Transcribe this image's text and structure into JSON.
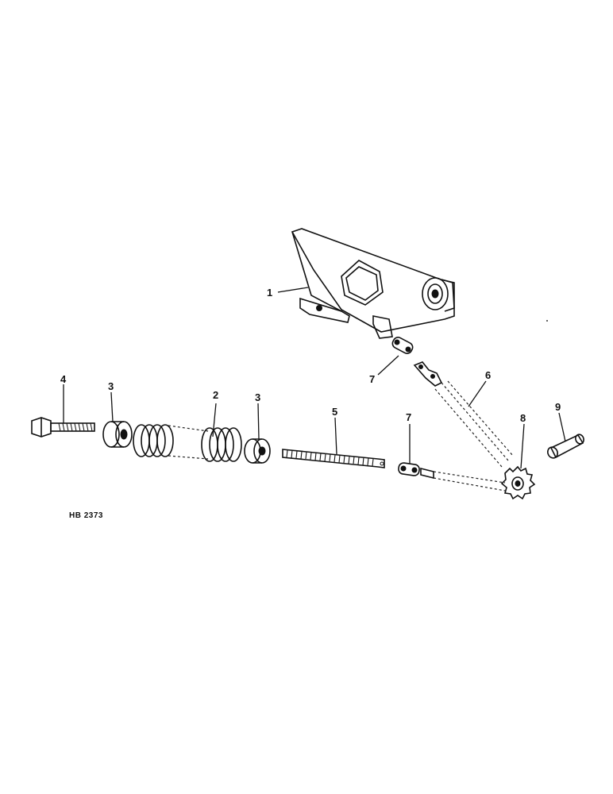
{
  "diagram": {
    "drawing_code": "HB 2373",
    "parts": [
      {
        "callout": "1",
        "depicts": "bracket-plate"
      },
      {
        "callout": "2",
        "depicts": "compression-spring"
      },
      {
        "callout": "3",
        "depicts": "spring-retainer-left"
      },
      {
        "callout": "3",
        "depicts": "spring-retainer-right"
      },
      {
        "callout": "4",
        "depicts": "bolt"
      },
      {
        "callout": "5",
        "depicts": "threaded-rod"
      },
      {
        "callout": "6",
        "depicts": "roller-chain"
      },
      {
        "callout": "7",
        "depicts": "chain-connector-link-upper"
      },
      {
        "callout": "7",
        "depicts": "chain-connector-link-lower"
      },
      {
        "callout": "8",
        "depicts": "sprocket"
      },
      {
        "callout": "9",
        "depicts": "sleeve"
      }
    ]
  }
}
